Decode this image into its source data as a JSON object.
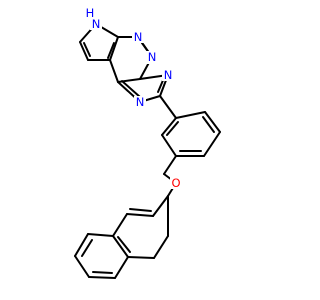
{
  "molecule": {
    "atoms": [
      {
        "id": "nh",
        "label": "H",
        "color": "#0000ff"
      },
      {
        "id": "n_pyrazole",
        "label": "N",
        "color": "#0000ff"
      },
      {
        "id": "n_pyrimidine_top",
        "label": "N",
        "color": "#0000ff"
      },
      {
        "id": "n_bridge",
        "label": "N",
        "color": "#0000ff"
      },
      {
        "id": "n_triazole_right",
        "label": "N",
        "color": "#0000ff"
      },
      {
        "id": "n_triazole_left",
        "label": "N",
        "color": "#0000ff"
      },
      {
        "id": "o_ether",
        "label": "O",
        "color": "#ff0000"
      }
    ],
    "bond_color": "#000000"
  }
}
